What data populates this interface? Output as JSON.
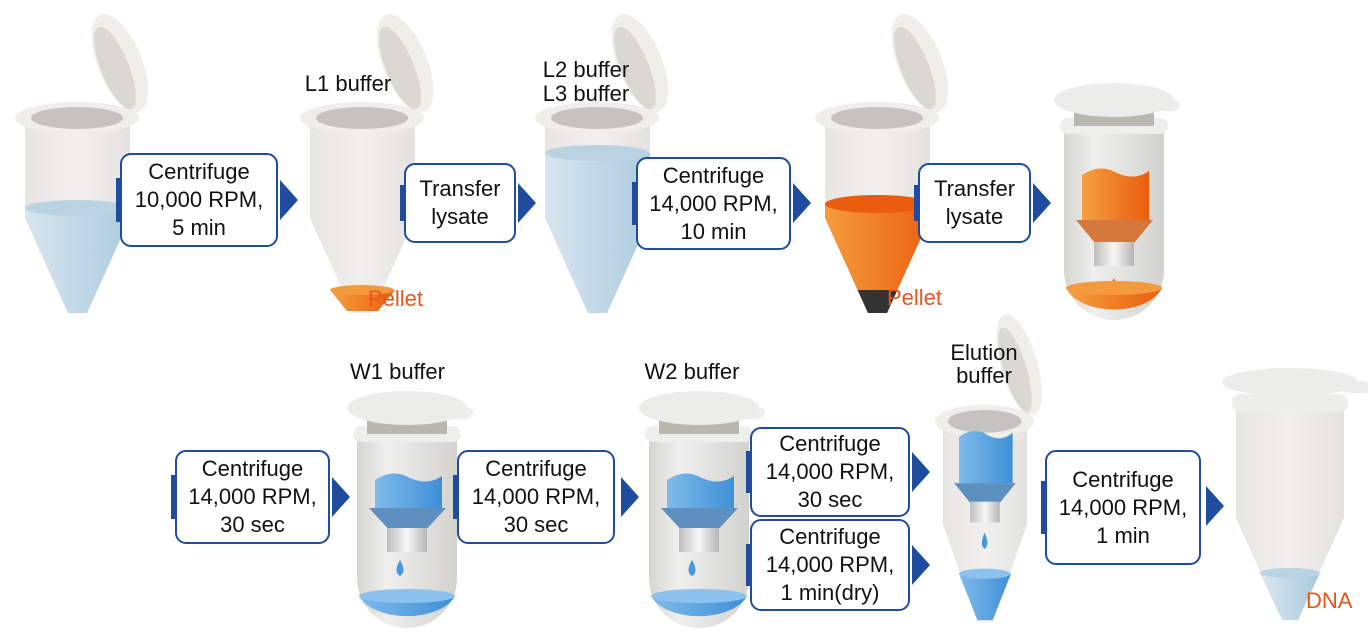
{
  "colors": {
    "accent": "#1f4c9f",
    "label_orange": "#e8561c",
    "liquid_blue": "#5ea6e0",
    "lysate_orange": "#f07a1a"
  },
  "row1": {
    "step1": {
      "lines": [
        "Centrifuge",
        "10,000 RPM,",
        "5 min"
      ]
    },
    "l1_label": "L1 buffer",
    "pellet1": "Pellet",
    "step2": {
      "lines": [
        "Transfer",
        "lysate"
      ]
    },
    "l2_label": "L2 buffer",
    "l3_label": "L3 buffer",
    "step3": {
      "lines": [
        "Centrifuge",
        "14,000 RPM,",
        "10 min"
      ]
    },
    "pellet2": "Pellet",
    "step4": {
      "lines": [
        "Transfer",
        "lysate"
      ]
    }
  },
  "row2": {
    "step5": {
      "lines": [
        "Centrifuge",
        "14,000 RPM,",
        "30 sec"
      ]
    },
    "w1_label": "W1 buffer",
    "step6": {
      "lines": [
        "Centrifuge",
        "14,000 RPM,",
        "30 sec"
      ]
    },
    "w2_label": "W2 buffer",
    "step7a": {
      "lines": [
        "Centrifuge",
        "14,000 RPM,",
        "30 sec"
      ]
    },
    "step7b": {
      "lines": [
        "Centrifuge",
        "14,000 RPM,",
        "1 min(dry)"
      ]
    },
    "elution_label": [
      "Elution",
      "buffer"
    ],
    "step8": {
      "lines": [
        "Centrifuge",
        "14,000 RPM,",
        "1 min"
      ]
    },
    "dna_label": "DNA"
  }
}
